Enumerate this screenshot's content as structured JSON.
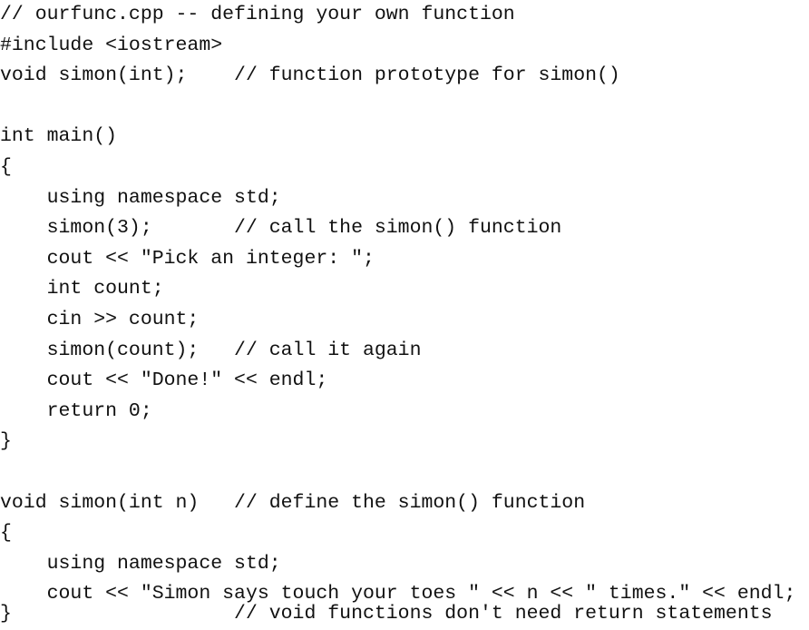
{
  "code_lines": [
    "// ourfunc.cpp -- defining your own function",
    "#include <iostream>",
    "void simon(int);    // function prototype for simon()",
    "",
    "int main()",
    "{",
    "    using namespace std;",
    "    simon(3);       // call the simon() function",
    "    cout << \"Pick an integer: \";",
    "    int count;",
    "    cin >> count;",
    "    simon(count);   // call it again",
    "    cout << \"Done!\" << endl;",
    "    return 0;",
    "}",
    "",
    "void simon(int n)   // define the simon() function",
    "{",
    "    using namespace std;",
    "    cout << \"Simon says touch your toes \" << n << \" times.\" << endl;",
    "}                   // void functions don't need return statements"
  ]
}
